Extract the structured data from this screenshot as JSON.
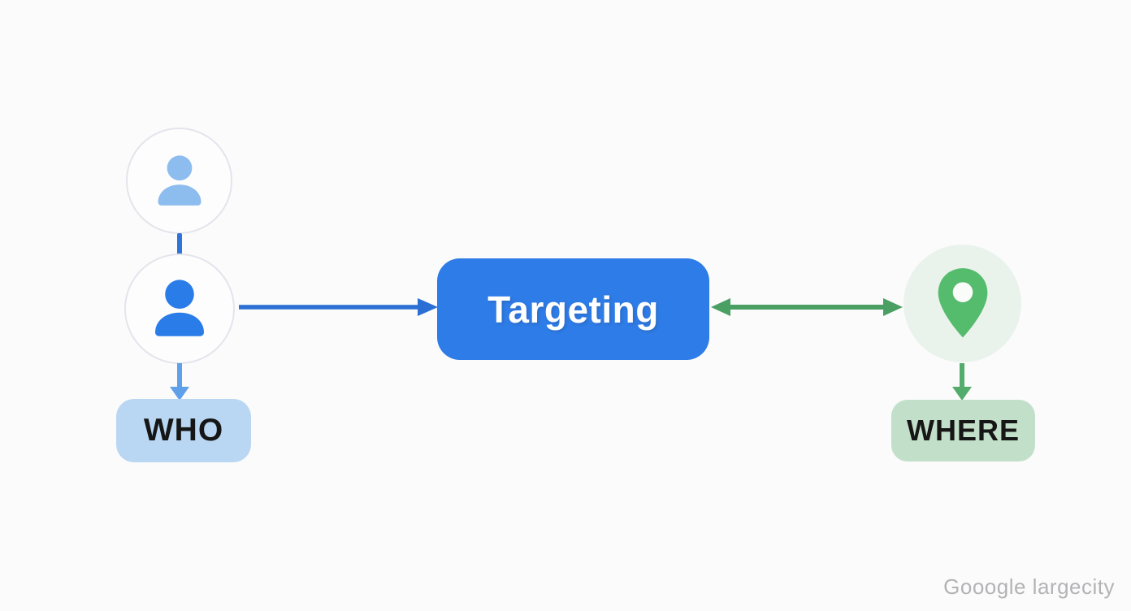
{
  "background_color": "#fbfbfb",
  "diagram": {
    "title_node": {
      "label": "Targeting",
      "bg_color": "#2e7ce8",
      "text_color": "#ffffff"
    },
    "who_branch": {
      "audience_icon_secondary": {
        "name": "person-icon",
        "color": "#8dbcee",
        "circle_bg": "#fdfdfe",
        "circle_border": "#e4e5ec"
      },
      "audience_icon_primary": {
        "name": "person-icon",
        "color": "#2a7de9",
        "circle_bg": "#fdfdfe",
        "circle_border": "#e4e5ec"
      },
      "label_box": {
        "label": "WHO",
        "bg_color": "#b9d7f2",
        "text_color": "#161616"
      }
    },
    "where_branch": {
      "location_icon": {
        "name": "location-pin-icon",
        "color": "#55bb6d",
        "circle_bg": "#e9f3ec"
      },
      "label_box": {
        "label": "WHERE",
        "bg_color": "#c2e0c9",
        "text_color": "#161616"
      }
    },
    "connectors": {
      "person_link_color": "#2f74d9",
      "who_to_targeting_arrow_color": "#2b6fd4",
      "targeting_where_double_arrow_color": "#4a9f62",
      "who_down_arrow_color": "#60a0e9",
      "where_down_arrow_color": "#53ab6c"
    }
  },
  "watermark": {
    "text": "Gooogle largecity",
    "color": "#b3b3b6"
  }
}
